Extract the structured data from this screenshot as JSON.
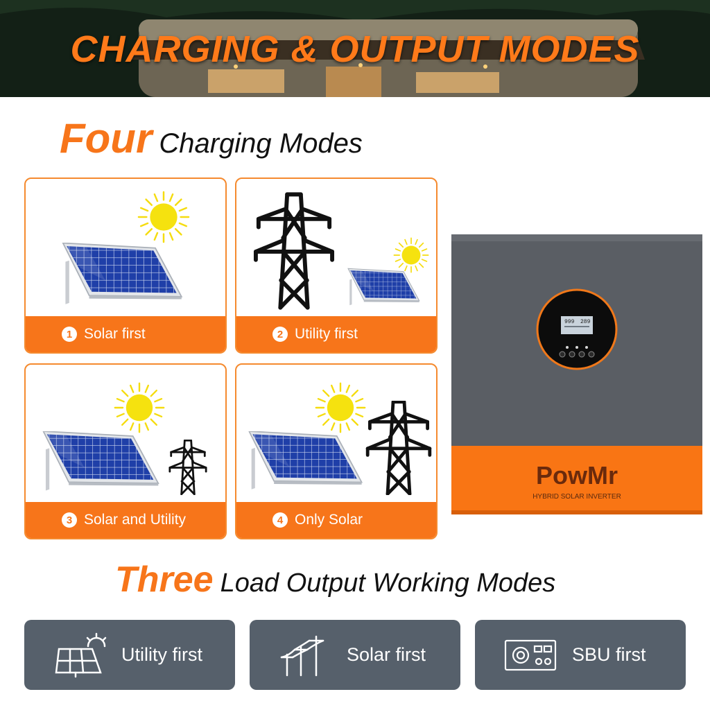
{
  "banner": {
    "title": "CHARGING & OUTPUT MODES"
  },
  "charging": {
    "heading_big": "Four",
    "heading_small": "Charging Modes",
    "modes": [
      {
        "num": "1",
        "label": "Solar first"
      },
      {
        "num": "2",
        "label": "Utility first"
      },
      {
        "num": "3",
        "label": "Solar and Utility"
      },
      {
        "num": "4",
        "label": "Only Solar"
      }
    ]
  },
  "inverter": {
    "brand": "PowMr",
    "subtitle": "HYBRID SOLAR INVERTER",
    "lcd_left": "999",
    "lcd_right": "289"
  },
  "output": {
    "heading_big": "Three",
    "heading_small": "Load Output Working Modes",
    "modes": [
      {
        "label": "Utility first",
        "icon": "solar-panel-sun-icon"
      },
      {
        "label": "Solar first",
        "icon": "power-pole-icon"
      },
      {
        "label": "SBU first",
        "icon": "inverter-icon"
      }
    ]
  },
  "colors": {
    "accent": "#f7751a",
    "button_bg": "#56606b",
    "inverter_body": "#5a5e64",
    "text_dark": "#111111"
  }
}
